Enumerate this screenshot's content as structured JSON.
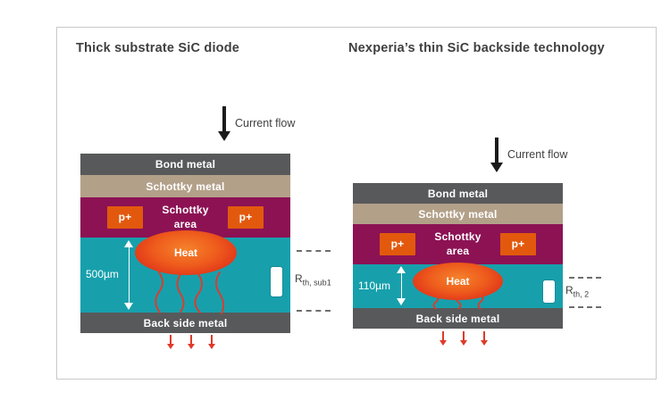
{
  "colors": {
    "metal_gray": "#58595b",
    "schottky_tan": "#b3a089",
    "anode_purple": "#8c1254",
    "substrate_teal": "#17a0ac",
    "pplus_orange": "#e2590e",
    "heat_core": "#f5832b",
    "heat_edge": "#e0331a",
    "arrow_red": "#df3a2a",
    "text_dark": "#3f3f3f",
    "border_gray": "#c9c9c9"
  },
  "panels": [
    {
      "title": "Thick substrate SiC diode",
      "current_flow": "Current flow",
      "bond_metal": "Bond metal",
      "schottky_metal": "Schottky metal",
      "p_plus": "p+",
      "schottky_area_line1": "Schottky",
      "schottky_area_line2": "area",
      "heat": "Heat",
      "back_side_metal": "Back side metal",
      "thickness": "500µm",
      "r_label": "R",
      "r_sub": "th, sub1"
    },
    {
      "title": "Nexperia’s thin SiC backside technology",
      "current_flow": "Current flow",
      "bond_metal": "Bond metal",
      "schottky_metal": "Schottky metal",
      "p_plus": "p+",
      "schottky_area_line1": "Schottky",
      "schottky_area_line2": "area",
      "heat": "Heat",
      "back_side_metal": "Back side metal",
      "thickness": "110µm",
      "r_label": "R",
      "r_sub": "th, 2"
    }
  ]
}
